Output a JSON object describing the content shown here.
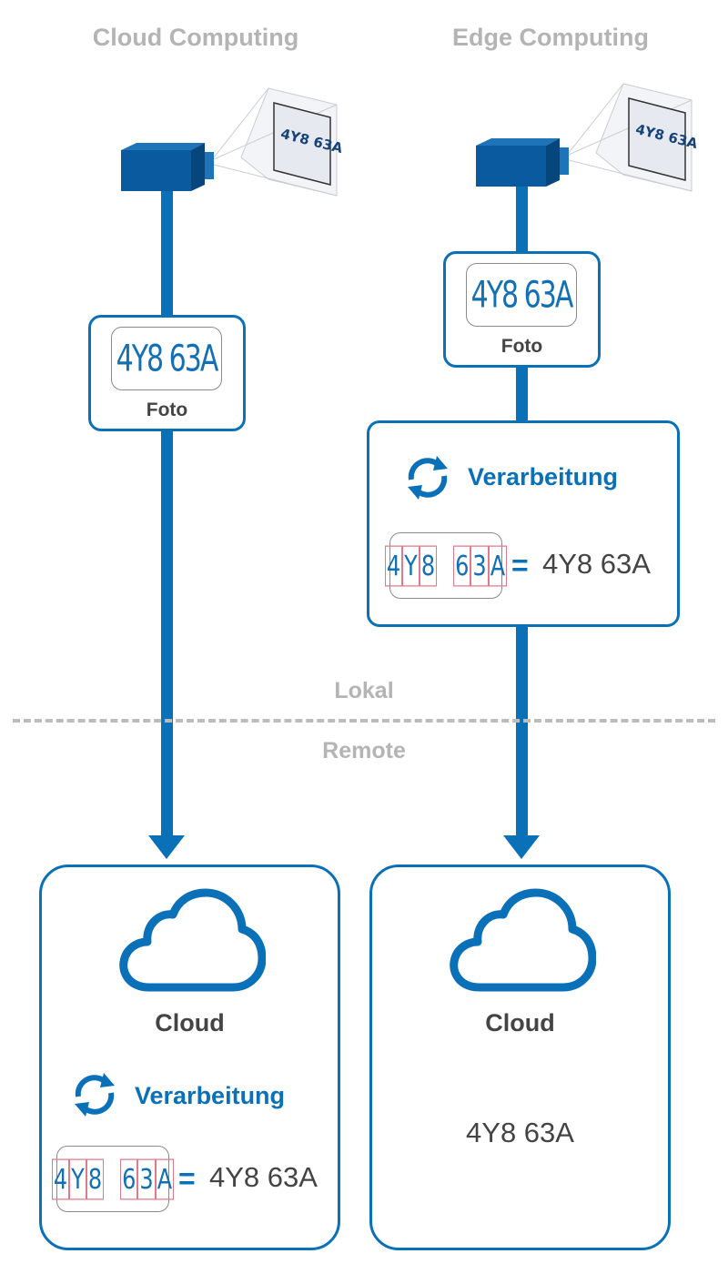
{
  "columns": {
    "cloud": {
      "title": "Cloud Computing"
    },
    "edge": {
      "title": "Edge Computing"
    }
  },
  "camera": {
    "plate_text": "4Y8 63A"
  },
  "foto": {
    "plate_text": "4Y8   63A",
    "label": "Foto"
  },
  "processing": {
    "title": "Verarbeitung",
    "segments": [
      "4",
      "Y",
      "8",
      "6",
      "3",
      "A"
    ],
    "equals": "=",
    "result": "4Y8 63A"
  },
  "zones": {
    "local": "Lokal",
    "remote": "Remote"
  },
  "cloud": {
    "label": "Cloud",
    "result": "4Y8 63A"
  },
  "colors": {
    "accent": "#0a70b8",
    "muted": "#b4b4b4",
    "text": "#444444"
  },
  "icons": [
    "camera-icon",
    "refresh-icon",
    "cloud-icon",
    "arrow-down-icon"
  ]
}
